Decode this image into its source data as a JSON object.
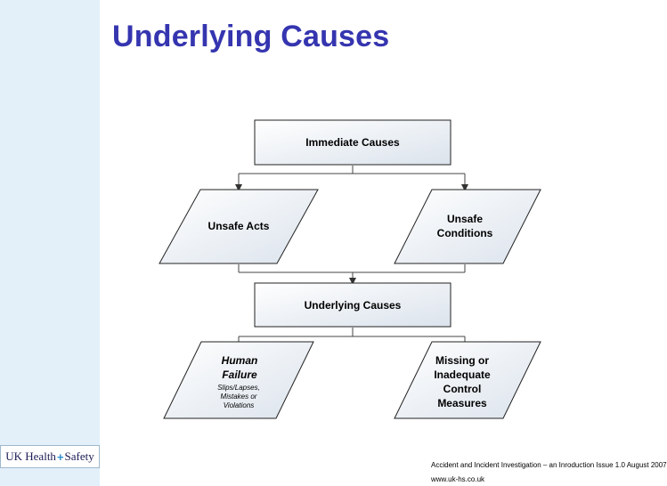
{
  "slide": {
    "title": "Underlying Causes"
  },
  "diagram": {
    "immediate_causes": "Immediate Causes",
    "unsafe_acts": "Unsafe Acts",
    "unsafe_conditions": [
      "Unsafe",
      "Conditions"
    ],
    "underlying_causes": "Underlying Causes",
    "human_failure": {
      "title": [
        "Human",
        "Failure"
      ],
      "detail": [
        "Slips/Lapses,",
        "Mistakes or",
        "Violations"
      ]
    },
    "missing_controls": [
      "Missing or",
      "Inadequate",
      "Control",
      "Measures"
    ]
  },
  "branding": {
    "logo_left": "UK Health",
    "logo_plus": "+",
    "logo_right": "Safety"
  },
  "footer": {
    "line1": "Accident and Incident Investigation – an Inroduction Issue 1.0 August 2007",
    "line2": "www.uk-hs.co.uk"
  },
  "colors": {
    "title": "#3535b0",
    "box_fill": "#e8eef5",
    "strip": "#e3f0fa"
  }
}
